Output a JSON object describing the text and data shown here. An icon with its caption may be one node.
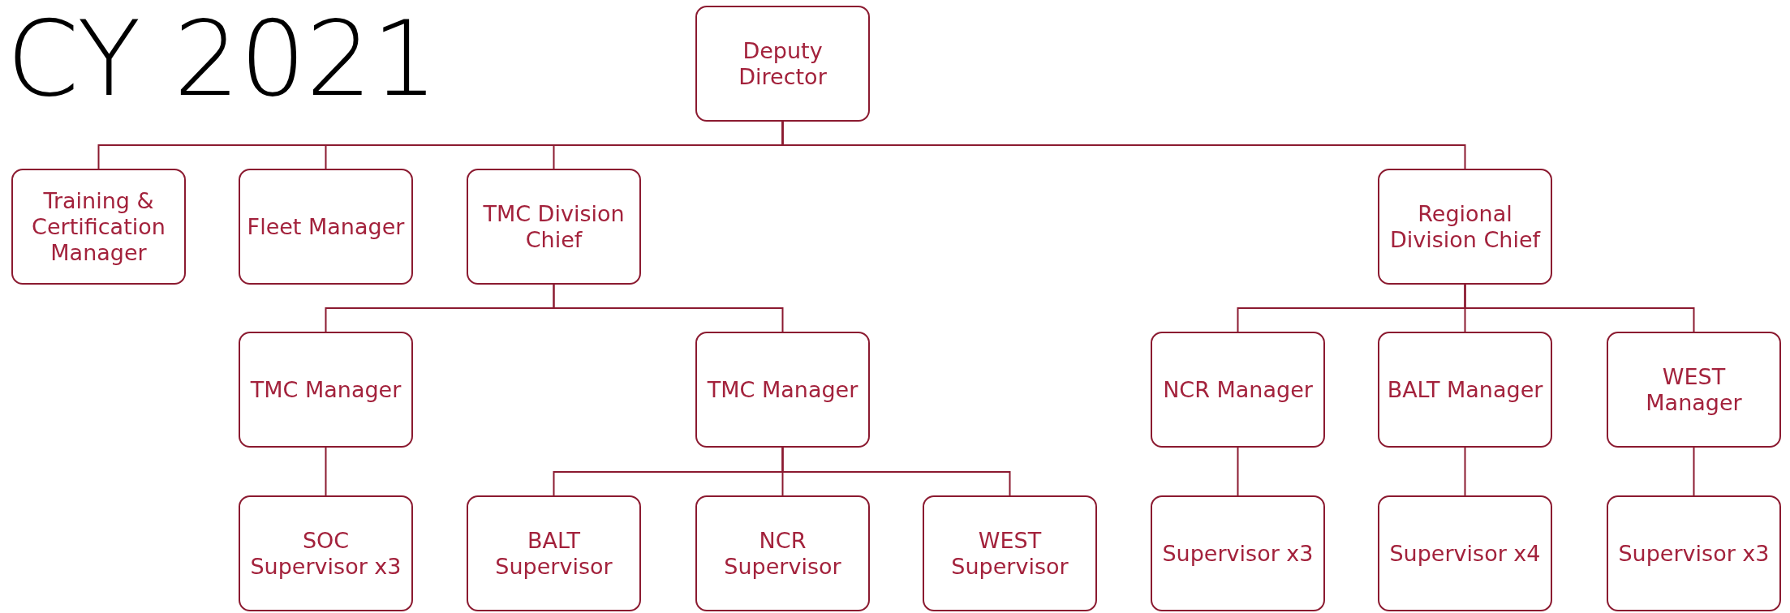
{
  "diagram": {
    "title": "CY 2021",
    "nodes": [
      {
        "text": [
          "Deputy Director"
        ]
      },
      {
        "text": [
          "Training & Certification Manager"
        ]
      },
      {
        "text": [
          "Fleet Manager"
        ]
      },
      {
        "text": [
          "TMC Division Chief"
        ]
      },
      {
        "text": [
          "Regional Division Chief"
        ]
      },
      {
        "text": [
          "TMC Manager"
        ]
      },
      {
        "text": [
          "TMC Manager"
        ]
      },
      {
        "text": [
          "NCR Manager"
        ]
      },
      {
        "text": [
          "BALT Manager"
        ]
      },
      {
        "text": [
          "WEST Manager"
        ]
      },
      {
        "text": [
          "SOC Supervisor x3"
        ]
      },
      {
        "text": [
          "BALT Supervisor"
        ]
      },
      {
        "text": [
          "NCR Supervisor"
        ]
      },
      {
        "text": [
          "WEST Supervisor"
        ]
      },
      {
        "text": [
          "Supervisor x3"
        ]
      },
      {
        "text": [
          "Supervisor x4"
        ]
      },
      {
        "text": [
          "Supervisor x3"
        ]
      }
    ],
    "edges": [
      {
        "from": 0,
        "to": 1,
        "arrow": "none"
      },
      {
        "from": 0,
        "to": 2,
        "arrow": "none"
      },
      {
        "from": 0,
        "to": 3,
        "arrow": "none"
      },
      {
        "from": 0,
        "to": 4,
        "arrow": "none"
      },
      {
        "from": 3,
        "to": 5,
        "arrow": "none"
      },
      {
        "from": 3,
        "to": 6,
        "arrow": "none"
      },
      {
        "from": 4,
        "to": 7,
        "arrow": "none"
      },
      {
        "from": 4,
        "to": 8,
        "arrow": "none"
      },
      {
        "from": 4,
        "to": 9,
        "arrow": "none"
      },
      {
        "from": 5,
        "to": 10,
        "arrow": "none"
      },
      {
        "from": 6,
        "to": 11,
        "arrow": "none"
      },
      {
        "from": 6,
        "to": 12,
        "arrow": "none"
      },
      {
        "from": 6,
        "to": 13,
        "arrow": "none"
      },
      {
        "from": 7,
        "to": 14,
        "arrow": "none"
      },
      {
        "from": 8,
        "to": 15,
        "arrow": "none"
      },
      {
        "from": 9,
        "to": 16,
        "arrow": "none"
      }
    ]
  }
}
